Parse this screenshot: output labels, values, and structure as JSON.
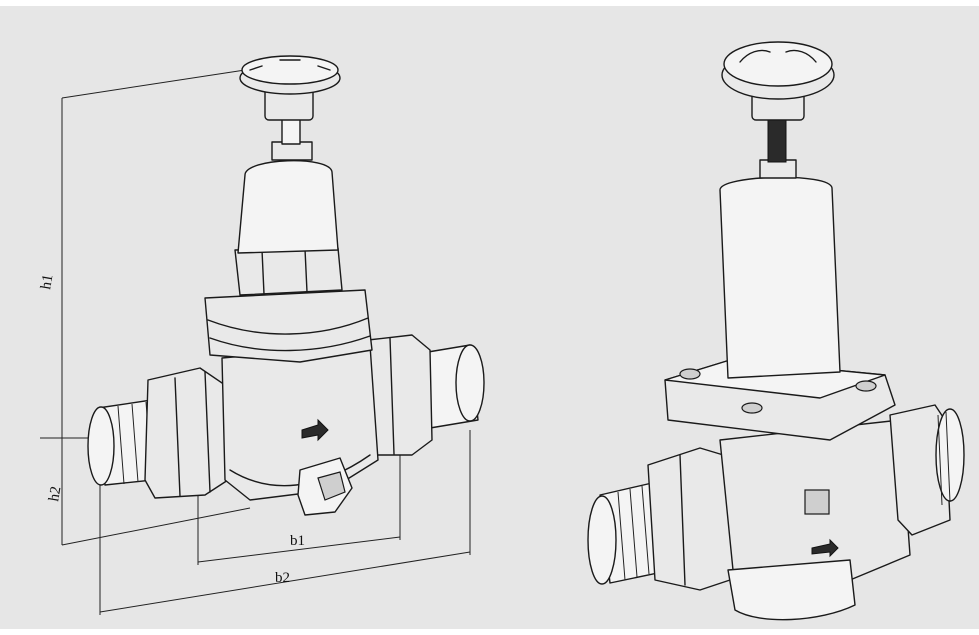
{
  "figure": {
    "background": "#e6e6e6",
    "left_view": {
      "dimension_labels": {
        "h1": "h1",
        "h2": "h2",
        "b1": "b1",
        "b2": "b2"
      }
    },
    "right_view": {}
  }
}
